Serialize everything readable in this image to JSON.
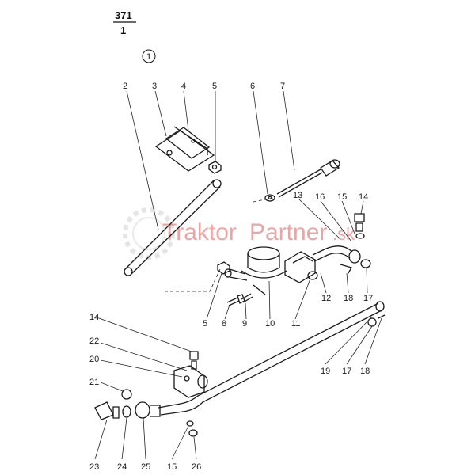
{
  "header": {
    "group_number": "371",
    "sheet_number": "1",
    "assembly_number": "1"
  },
  "watermark": {
    "text_main": "Traktor",
    "text_second": "Partner",
    "text_suffix": ".sk",
    "color": "#e35a5a"
  },
  "callouts": [
    "2",
    "3",
    "4",
    "5",
    "6",
    "7",
    "13",
    "16",
    "15",
    "14",
    "12",
    "18",
    "17",
    "5",
    "8",
    "9",
    "10",
    "11",
    "19",
    "17",
    "18",
    "14",
    "22",
    "20",
    "21",
    "23",
    "24",
    "25",
    "15",
    "26"
  ]
}
